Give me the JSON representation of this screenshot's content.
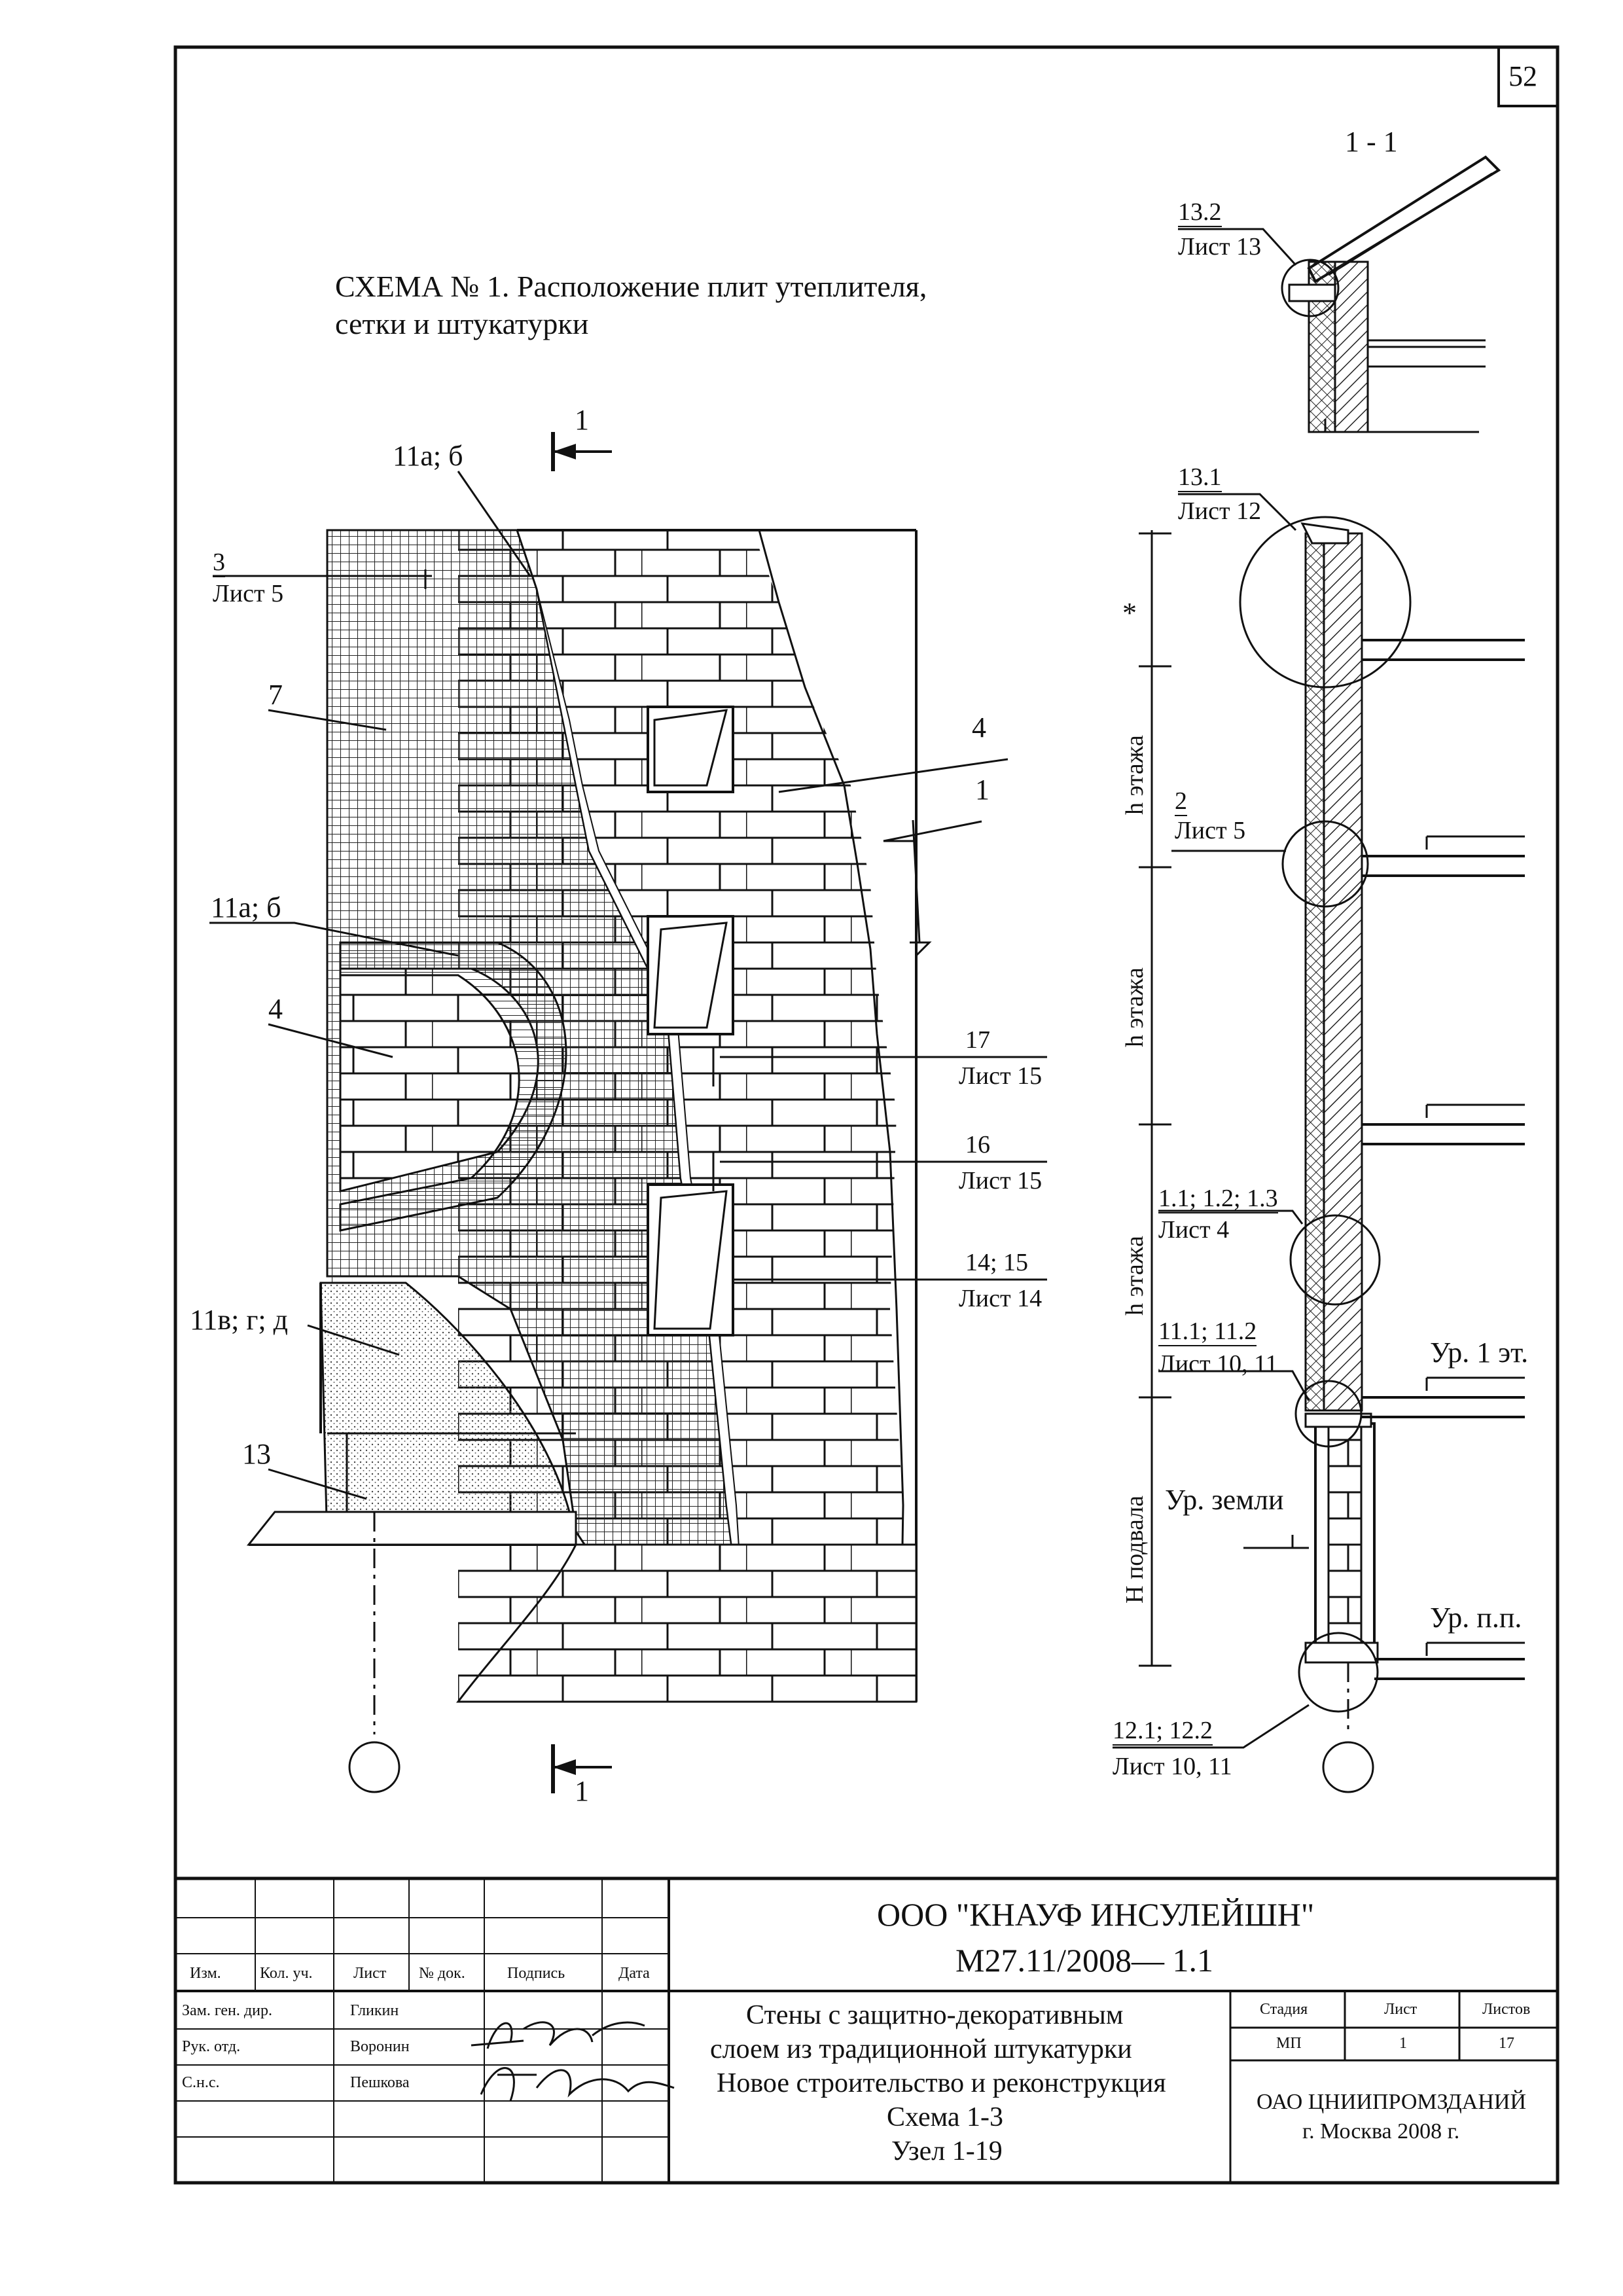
{
  "sheet": {
    "number": "52",
    "title_line1": "СХЕМА № 1. Расположение плит утеплителя,",
    "title_line2": "сетки и штукатурки"
  },
  "section": {
    "title": "1 - 1",
    "cut_mark_top": "1",
    "cut_mark_bottom": "1"
  },
  "facade_callouts": {
    "c3": "3",
    "c3_sheet": "Лист 5",
    "c7": "7",
    "c11ab_top": "11а; б",
    "c11ab_mid": "11а; б",
    "c4_left": "4",
    "c4_right": "4",
    "c1": "1",
    "c17": "17",
    "c17_sheet": "Лист 15",
    "c16": "16",
    "c16_sheet": "Лист 15",
    "c1415": "14; 15",
    "c1415_sheet": "Лист 14",
    "c11vgd": "11в; г; д",
    "c13": "13"
  },
  "section_callouts": {
    "c132": "13.2",
    "c132_sheet": "Лист 13",
    "c131": "13.1",
    "c131_sheet": "Лист 12",
    "c2": "2",
    "c2_sheet": "Лист 5",
    "c11": "1.1; 1.2; 1.3",
    "c11_sheet": "Лист 4",
    "c111": "11.1; 11.2",
    "c111_sheet": "Лист 10, 11",
    "c121": "12.1; 12.2",
    "c121_sheet": "Лист 10, 11",
    "level_floor1": "Ур. 1 эт.",
    "level_ground": "Ур. земли",
    "level_pp": "Ур. п.п.",
    "dim_star": "*",
    "dim_h1": "h этажа",
    "dim_h2": "h этажа",
    "dim_h3": "h этажа",
    "dim_basement": "H подвала"
  },
  "stamp": {
    "org": "ООО \"КНАУФ ИНСУЛЕЙШН\"",
    "code": "М27.11/2008— 1.1",
    "head": [
      "Изм.",
      "Кол. уч.",
      "Лист",
      "№ док.",
      "Подпись",
      "Дата"
    ],
    "roles": [
      {
        "role": "Зам. ген. дир.",
        "name": "Гликин"
      },
      {
        "role": "Рук. отд.",
        "name": "Воронин"
      },
      {
        "role": "С.н.с.",
        "name": "Пешкова"
      }
    ],
    "desc": [
      "Стены с защитно-декоративным",
      "слоем из традиционной штукатурки",
      "Новое строительство и реконструкция",
      "Схема 1-3",
      "Узел 1-19"
    ],
    "stage_head": "Стадия",
    "sheet_head": "Лист",
    "sheets_head": "Листов",
    "stage": "МП",
    "sheet_no": "1",
    "sheets_total": "17",
    "inst1": "ОАО ЦНИИПРОМЗДАНИЙ",
    "inst2": "г. Москва 2008 г."
  }
}
